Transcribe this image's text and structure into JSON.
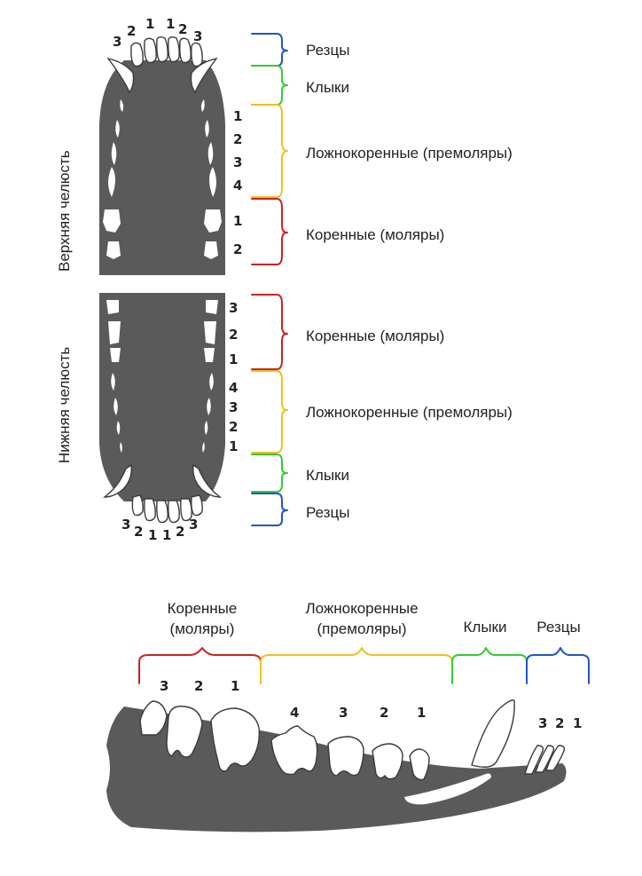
{
  "colors": {
    "incisors": "#2255cc",
    "canines": "#33cc33",
    "premolars": "#f0c020",
    "molars": "#cc2222",
    "bone": "#5a5a5a"
  },
  "upper": {
    "jaw_label": "Верхняя челюсть",
    "incisor_numbers": [
      "3",
      "2",
      "1",
      "1",
      "2",
      "3"
    ],
    "incisors": "Резцы",
    "canines": "Клыки",
    "premolars": "Ложнокоренные (премоляры)",
    "premolar_numbers": [
      "1",
      "2",
      "3",
      "4"
    ],
    "molars": "Коренные (моляры)",
    "molar_numbers": [
      "1",
      "2"
    ]
  },
  "lower": {
    "jaw_label": "Нижняя челюсть",
    "molars": "Коренные (моляры)",
    "molar_numbers": [
      "3",
      "2",
      "1"
    ],
    "premolars": "Ложнокоренные (премоляры)",
    "premolar_numbers": [
      "4",
      "3",
      "2",
      "1"
    ],
    "canines": "Клыки",
    "incisors": "Резцы",
    "incisor_numbers": [
      "3",
      "2",
      "1",
      "1",
      "2",
      "3"
    ]
  },
  "side": {
    "molars_line1": "Коренные",
    "molars_line2": "(моляры)",
    "premolars_line1": "Ложнокоренные",
    "premolars_line2": "(премоляры)",
    "canines": "Клыки",
    "incisors": "Резцы",
    "molar_numbers": [
      "3",
      "2",
      "1"
    ],
    "premolar_numbers": [
      "4",
      "3",
      "2",
      "1"
    ],
    "incisor_numbers": [
      "3",
      "2",
      "1"
    ]
  }
}
